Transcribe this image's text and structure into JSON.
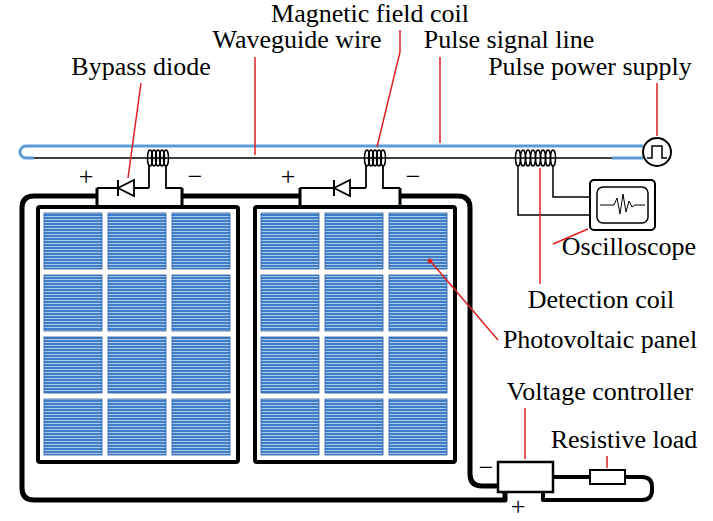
{
  "diagram": {
    "labels": [
      "Magnetic field coil",
      "Waveguide wire",
      "Pulse signal line",
      "Bypass diode",
      "Pulse power supply",
      "+",
      "−",
      "+",
      "−",
      "Oscilloscope",
      "Detection coil",
      "Photovoltaic panel",
      "Voltage controller",
      "Resistive load",
      "−",
      "+"
    ]
  }
}
